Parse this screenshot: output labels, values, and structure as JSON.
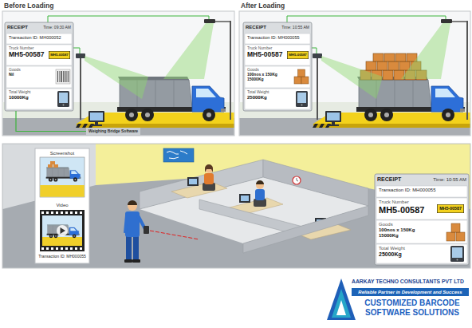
{
  "diagram": {
    "nodes": [
      {
        "text": [
          "Before Loading"
        ]
      },
      {
        "text": [
          "RECEIPT",
          "Time: 09:30 AM"
        ],
        "in": 0
      },
      {
        "text": [
          "Transaction ID: MH000052"
        ],
        "in": 1
      },
      {
        "text": [
          "Truck Number",
          "MH5-00587"
        ],
        "in": 1
      },
      {
        "text": [
          "MH5-00587"
        ],
        "in": 3
      },
      {
        "text": [
          "Goods",
          "Nil"
        ],
        "in": 1
      },
      {
        "text": [
          "Total Weight",
          "10000Kg"
        ],
        "in": 1
      },
      {
        "text": [
          "Weighing Bridge Software"
        ],
        "in": 0
      },
      {
        "text": [
          "After Loading"
        ]
      },
      {
        "text": [
          "RECEIPT",
          "Time: 10:55 AM"
        ],
        "in": 8
      },
      {
        "text": [
          "Transaction ID: MH000055"
        ],
        "in": 9
      },
      {
        "text": [
          "Truck Number",
          "MH5-00587"
        ],
        "in": 9
      },
      {
        "text": [
          "MH5-00587"
        ],
        "in": 11
      },
      {
        "text": [
          "Goods",
          "100nos x 150Kg",
          "15000Kg"
        ],
        "in": 9
      },
      {
        "text": [
          "Total Weight",
          "25000Kg"
        ],
        "in": 9
      },
      {
        "text": [
          "Screenshot",
          "Video",
          "Transaction ID: MH000055"
        ]
      },
      {
        "text": [
          "RECEIPT",
          "Time: 10:55 AM"
        ]
      },
      {
        "text": [
          "Transaction ID: MH000055"
        ],
        "in": 16
      },
      {
        "text": [
          "Truck Number",
          "MH5-00587"
        ],
        "in": 16
      },
      {
        "text": [
          "MH5-00587"
        ],
        "in": 18
      },
      {
        "text": [
          "Goods",
          "100nos x 150Kg",
          "15000Kg"
        ],
        "in": 16
      },
      {
        "text": [
          "Total Weight",
          "25000Kg"
        ],
        "in": 16
      },
      {
        "text": [
          "Reliable Partner in Development and Success"
        ]
      }
    ],
    "edges": [
      {
        "from": 1,
        "to": 7,
        "arrow": "none"
      }
    ],
    "labels": [
      "AARKAY TECHNO CONSULTANTS PVT LTD",
      "CUSTOMIZED BARCODE SOFTWARE SOLUTIONS"
    ]
  }
}
